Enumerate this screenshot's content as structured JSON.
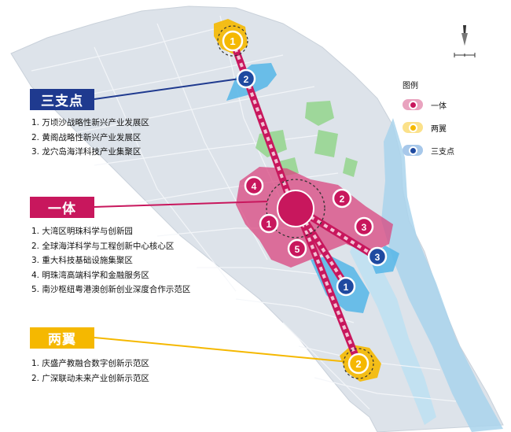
{
  "legend": {
    "title": "图例",
    "items": [
      {
        "label": "一体",
        "color": "#c8175d",
        "dot": "#c8175d"
      },
      {
        "label": "两翼",
        "color": "#f5b800",
        "dot": "#f5b800"
      },
      {
        "label": "三支点",
        "color": "#1f4aa0",
        "dot": "#1f4aa0"
      }
    ]
  },
  "groups": {
    "three_points": {
      "title": "三支点",
      "color": "#1f3a8f",
      "items": [
        "1. 万顷沙战略性新兴产业发展区",
        "2. 黄阁战略性新兴产业发展区",
        "3. 龙穴岛海洋科技产业集聚区"
      ]
    },
    "one_body": {
      "title": "一体",
      "color": "#c8175d",
      "items": [
        "1. 大湾区明珠科学与创新园",
        "2. 全球海洋科学与工程创新中心核心区",
        "3. 重大科技基础设施集聚区",
        "4. 明珠湾高端科学和金融服务区",
        "5. 南沙枢纽粤港澳创新创业深度合作示范区"
      ]
    },
    "two_wings": {
      "title": "两翼",
      "color": "#f5b800",
      "items": [
        "1. 庆盛产教融合数字创新示范区",
        "2. 广深联动未来产业创新示范区"
      ]
    }
  },
  "map_markers": {
    "one_body": [
      "1",
      "2",
      "3",
      "4",
      "5"
    ],
    "two_wings": [
      "1",
      "2"
    ],
    "three_points": [
      "1",
      "2",
      "3"
    ]
  },
  "colors": {
    "land": "#dde3ea",
    "water": "#a9d3ec",
    "green": "#9ed79a",
    "one_body": "#c8175d",
    "one_body_zone": "#d9457f",
    "two_wings": "#f5b800",
    "three_points": "#1f4aa0",
    "three_points_zone": "#5cb8e8"
  }
}
